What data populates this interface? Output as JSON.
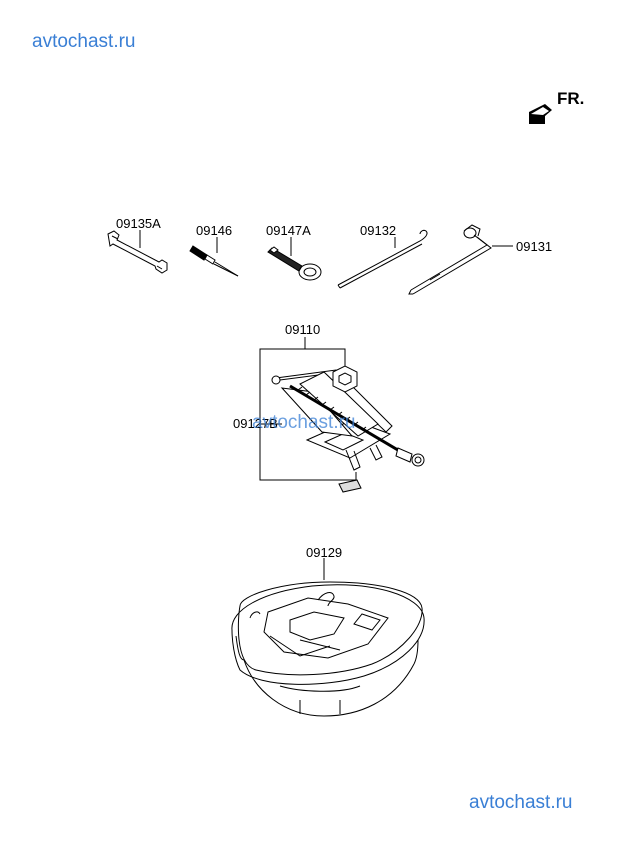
{
  "watermarks": {
    "top": "avtochast.ru",
    "middle": "avtochast.ru",
    "bottom": "avtochast.ru"
  },
  "direction": {
    "label": "FR.",
    "icon": "front-arrow-icon"
  },
  "parts": {
    "wrench": "09135A",
    "screwdriver": "09146",
    "tow_hook": "09147A",
    "jack_rod": "09132",
    "wheel_wrench": "09131",
    "jack_assembly": "09110",
    "jack_handle": "09127B",
    "tool_case": "09129"
  },
  "colors": {
    "watermark": "#3a7fd5",
    "line": "#000000"
  }
}
